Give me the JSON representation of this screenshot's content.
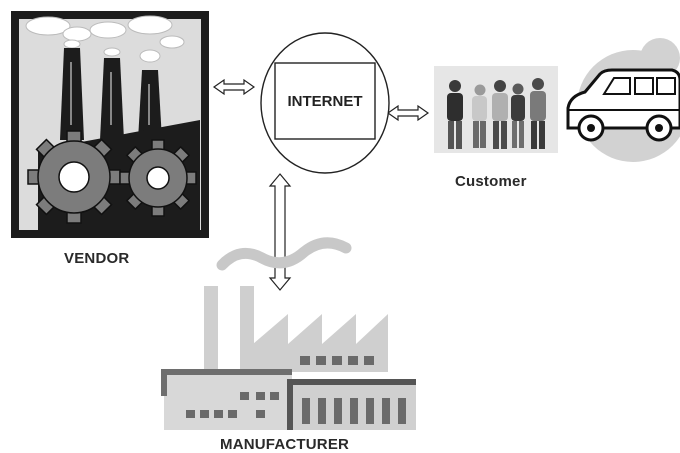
{
  "labels": {
    "vendor": "VENDOR",
    "internet": "INTERNET",
    "customer": "Customer",
    "manufacturer": "MANUFACTURER"
  },
  "colors": {
    "dark": "#1e1e1e",
    "mid_gray": "#7a7a7a",
    "light_gray": "#d4d4d4",
    "bg_gray": "#e0e0e0"
  }
}
